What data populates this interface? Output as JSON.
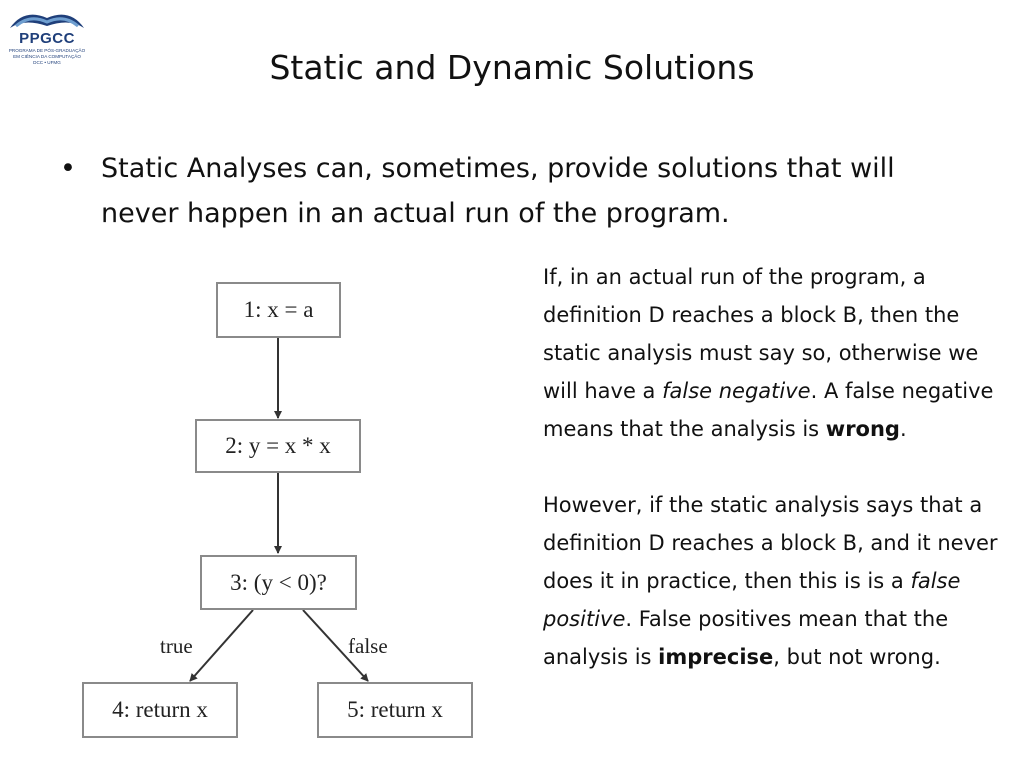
{
  "logo": {
    "name": "PPGCC",
    "subtitle_lines": [
      "PROGRAMA DE PÓS-GRADUAÇÃO",
      "EM CIÊNCIA DA COMPUTAÇÃO",
      "DCC • UFMG"
    ],
    "colors": {
      "primary": "#1f3f7a",
      "secondary": "#6f9fd0"
    }
  },
  "title": "Static and Dynamic Solutions",
  "bullet": {
    "symbol": "•",
    "text": "Static Analyses can, sometimes, provide solutions that will never happen in an actual run of the program."
  },
  "side_text": {
    "p1": {
      "a": "If, in an actual run of the program, a definition D reaches a block B, then the static analysis must say so, otherwise we will have a ",
      "em": "false negative",
      "b": ". A false negative means that the analysis is ",
      "strong": "wrong",
      "c": "."
    },
    "p2": {
      "a": "However, if the static analysis says that a definition D reaches a block B, and it never does it in practice, then this is is a ",
      "em": "false positive",
      "b": ". False positives mean that the analysis is ",
      "strong": "imprecise",
      "c": ", but not wrong."
    }
  },
  "cfg": {
    "nodes": [
      "1: x = a",
      "2: y = x * x",
      "3: (y < 0)?",
      "4: return x",
      "5: return x"
    ],
    "edge_labels": {
      "true": "true",
      "false": "false"
    }
  }
}
